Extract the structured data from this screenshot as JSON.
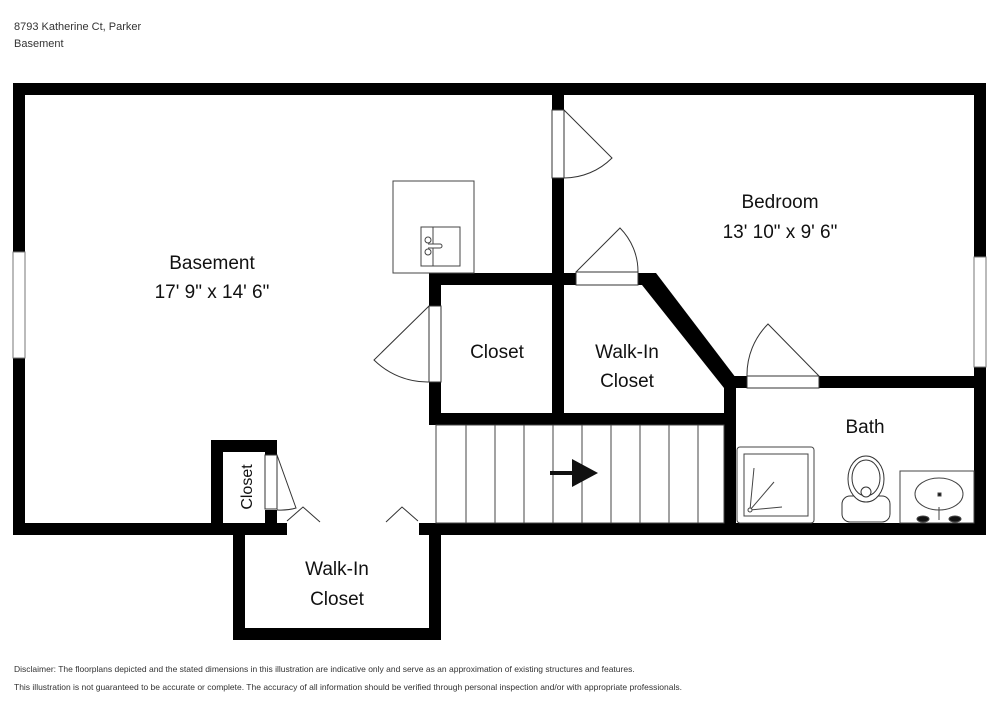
{
  "header": {
    "address": "8793 Katherine Ct, Parker",
    "level": "Basement"
  },
  "rooms": {
    "basement": {
      "name": "Basement",
      "dims": "17' 9\" x 14' 6\""
    },
    "bedroom": {
      "name": "Bedroom",
      "dims": "13' 10\" x 9' 6\""
    },
    "closet_center": {
      "name": "Closet"
    },
    "walkin_center": {
      "line1": "Walk-In",
      "line2": "Closet"
    },
    "bath": {
      "name": "Bath"
    },
    "closet_small": {
      "name": "Closet"
    },
    "walkin_bottom": {
      "line1": "Walk-In",
      "line2": "Closet"
    }
  },
  "fixtures": [
    "sink-counter",
    "shower",
    "toilet",
    "vanity-sink",
    "stairs-arrow"
  ],
  "disclaimer": {
    "line1": "Disclaimer: The floorplans depicted and the stated dimensions in this illustration are indicative only and serve as an approximation of existing structures and features.",
    "line2": "This illustration is not guaranteed to be accurate or complete. The accuracy of all information should be verified through personal inspection and/or with appropriate professionals."
  },
  "colors": {
    "wall": "#000000",
    "line": "#333333",
    "background": "#ffffff"
  }
}
